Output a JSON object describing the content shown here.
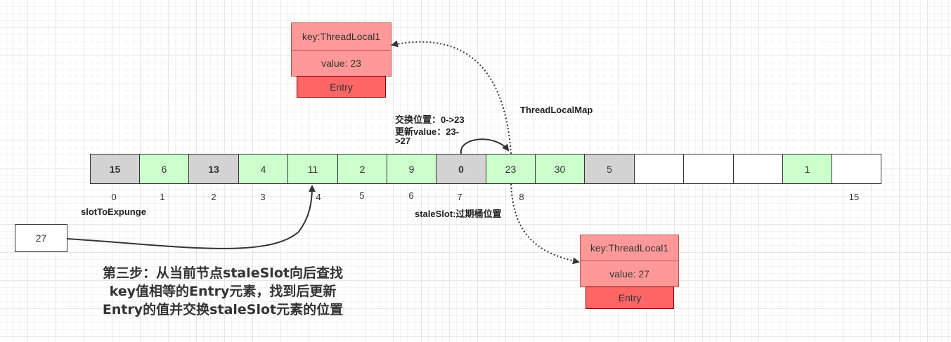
{
  "top_entry": {
    "key": "key:ThreadLocal1",
    "value": "value: 23",
    "label": "Entry"
  },
  "bottom_entry": {
    "key": "key:ThreadLocal1",
    "value": "value: 27",
    "label": "Entry"
  },
  "map_label": "ThreadLocalMap",
  "swap_note": {
    "line1": "交换位置：0->23",
    "line2": "更新value：23-",
    "line3": ">27"
  },
  "array": {
    "cells": [
      "15",
      "6",
      "13",
      "4",
      "11",
      "2",
      "9",
      "0",
      "23",
      "30",
      "5",
      "",
      "",
      "",
      "1",
      ""
    ],
    "indices": [
      "0",
      "1",
      "2",
      "3",
      "4",
      "5",
      "6",
      "7",
      "8",
      "15"
    ]
  },
  "slot_to_expunge": "slotToExpunge",
  "stale_slot": "staleSlot:过期桶位置",
  "input_value": "27",
  "caption": {
    "line1": "第三步：从当前节点staleSlot向后查找",
    "line2": "key值相等的Entry元素，找到后更新",
    "line3": "Entry的值并交换staleSlot元素的位置"
  },
  "colors": {
    "stale": "#d3d3d3",
    "valid": "#ccffcc",
    "empty": "#ffffff",
    "entry_key": "#ff9999",
    "entry": "#ff6666"
  }
}
